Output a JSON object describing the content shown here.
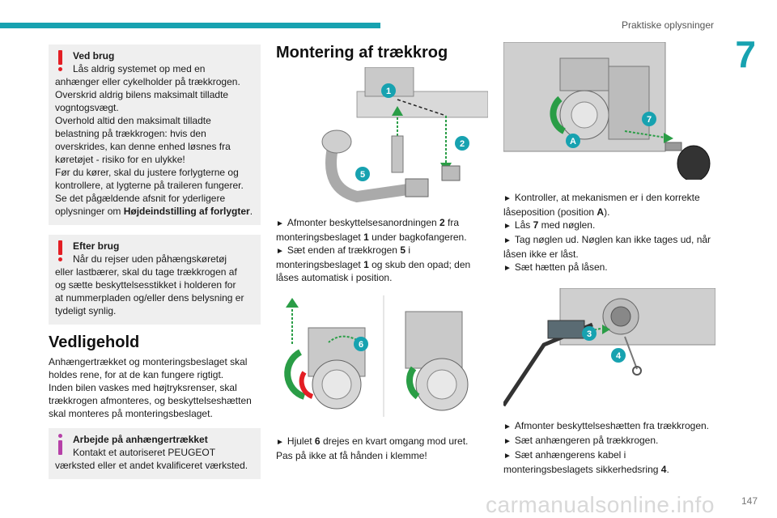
{
  "header": {
    "title": "Praktiske oplysninger",
    "chapter": "7",
    "page": "147"
  },
  "watermark": "carmanualsonline.info",
  "col1": {
    "warning1": {
      "title": "Ved brug",
      "lines": [
        "Lås aldrig systemet op med en",
        "anhænger eller cykelholder på trækkrogen.",
        "Overskrid aldrig bilens maksimalt tilladte",
        "vogntogsvægt.",
        "Overhold altid den maksimalt tilladte",
        "belastning på trækkrogen: hvis den",
        "overskrides, kan denne enhed løsnes fra",
        "køretøjet - risiko for en ulykke!",
        "Før du kører, skal du justere forlygterne og",
        "kontrollere, at lygterne på traileren fungerer.",
        "Se det pågældende afsnit for yderligere"
      ],
      "last_prefix": "oplysninger om ",
      "last_bold": "Højdeindstilling af forlygter",
      "last_suffix": "."
    },
    "warning2": {
      "title": "Efter brug",
      "lines": [
        "Når du rejser uden påhængskøretøj",
        "eller lastbærer, skal du tage trækkrogen af",
        "og sætte beskyttelsesstikket i holderen for",
        "at nummerpladen og/eller dens belysning er",
        "tydeligt synlig."
      ]
    },
    "section_title": "Vedligehold",
    "paragraph": [
      "Anhængertrækket og monteringsbeslaget skal",
      "holdes rene, for at de kan fungere rigtigt.",
      "Inden bilen vaskes med højtryksrenser, skal",
      "trækkrogen afmonteres, og beskyttelseshætten",
      "skal monteres på monteringsbeslaget."
    ],
    "info": {
      "title": "Arbejde på anhængertrækket",
      "lines": [
        "Kontakt et autoriseret PEUGEOT",
        "værksted eller et andet kvalificeret værksted."
      ]
    }
  },
  "col2": {
    "title": "Montering af trækkrog",
    "figure1_labels": {
      "n1": "1",
      "n2": "2",
      "n5": "5"
    },
    "step1": {
      "arrow": "►",
      "a": "Afmonter beskyttelsesanordningen ",
      "b": "2",
      "c": " fra"
    },
    "step1_cont": {
      "a": "monteringsbeslaget ",
      "b": "1",
      "c": " under bagkofangeren."
    },
    "step2": {
      "arrow": "►",
      "a": "Sæt enden af trækkrogen ",
      "b": "5",
      "c": " i"
    },
    "step2_cont": {
      "a": "monteringsbeslaget ",
      "b": "1",
      "c": " og skub den opad; den"
    },
    "step2_cont2": "låses automatisk i position.",
    "figure2_labels": {
      "n6": "6"
    },
    "step3": {
      "arrow": "►",
      "a": "Hjulet ",
      "b": "6",
      "c": " drejes en kvart omgang mod uret."
    },
    "step3_cont": "Pas på ikke at få hånden i klemme!"
  },
  "col3": {
    "figure_labels": {
      "n7": "7",
      "A": "A"
    },
    "steps": [
      {
        "arrow": "►",
        "a": "Kontroller, at mekanismen er i den korrekte"
      },
      {
        "a": "låseposition (position ",
        "b": "A",
        "c": ")."
      },
      {
        "arrow": "►",
        "a": "Lås ",
        "b": "7",
        "c": " med nøglen."
      },
      {
        "arrow": "►",
        "a": "Tag nøglen ud. Nøglen kan ikke tages ud, når"
      },
      {
        "a": "låsen ikke er låst."
      },
      {
        "arrow": "►",
        "a": "Sæt hætten på låsen."
      }
    ],
    "figure2_labels": {
      "n3": "3",
      "n4": "4"
    },
    "steps2": [
      {
        "arrow": "►",
        "a": "Afmonter beskyttelseshætten fra trækkrogen."
      },
      {
        "arrow": "►",
        "a": "Sæt anhængeren på trækkrogen."
      },
      {
        "arrow": "►",
        "a": "Sæt anhængerens kabel i"
      },
      {
        "a": "monteringsbeslagets sikkerhedsring ",
        "b": "4",
        "c": "."
      }
    ]
  },
  "colors": {
    "accent": "#17a2b0",
    "warning": "#e31e24",
    "info": "#b640a8",
    "box_bg": "#efefef"
  }
}
